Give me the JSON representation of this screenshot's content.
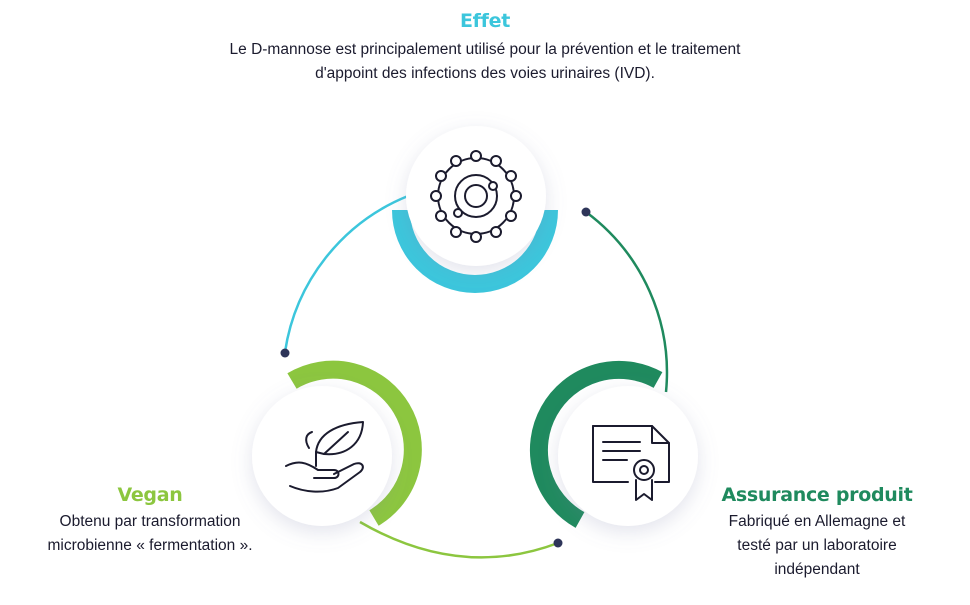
{
  "colors": {
    "cyan": "#3cc6dc",
    "lime": "#8cc63f",
    "green": "#1f8a5e",
    "dot": "#2e3559",
    "text": "#1b1b2e"
  },
  "effet": {
    "title": "Effet",
    "line1": "Le D-mannose est principalement utilisé pour la prévention et le traitement",
    "line2": "d'appoint des infections des voies urinaires (IVD).",
    "icon": "molecule-icon"
  },
  "vegan": {
    "title": "Vegan",
    "line1": "Obtenu par transformation",
    "line2": "microbienne « fermentation ».",
    "icon": "leaf-hand-icon"
  },
  "assurance": {
    "title": "Assurance produit",
    "line1": "Fabriqué en Allemagne et",
    "line2": "testé par un laboratoire",
    "line3": "indépendant",
    "icon": "certificate-icon"
  }
}
